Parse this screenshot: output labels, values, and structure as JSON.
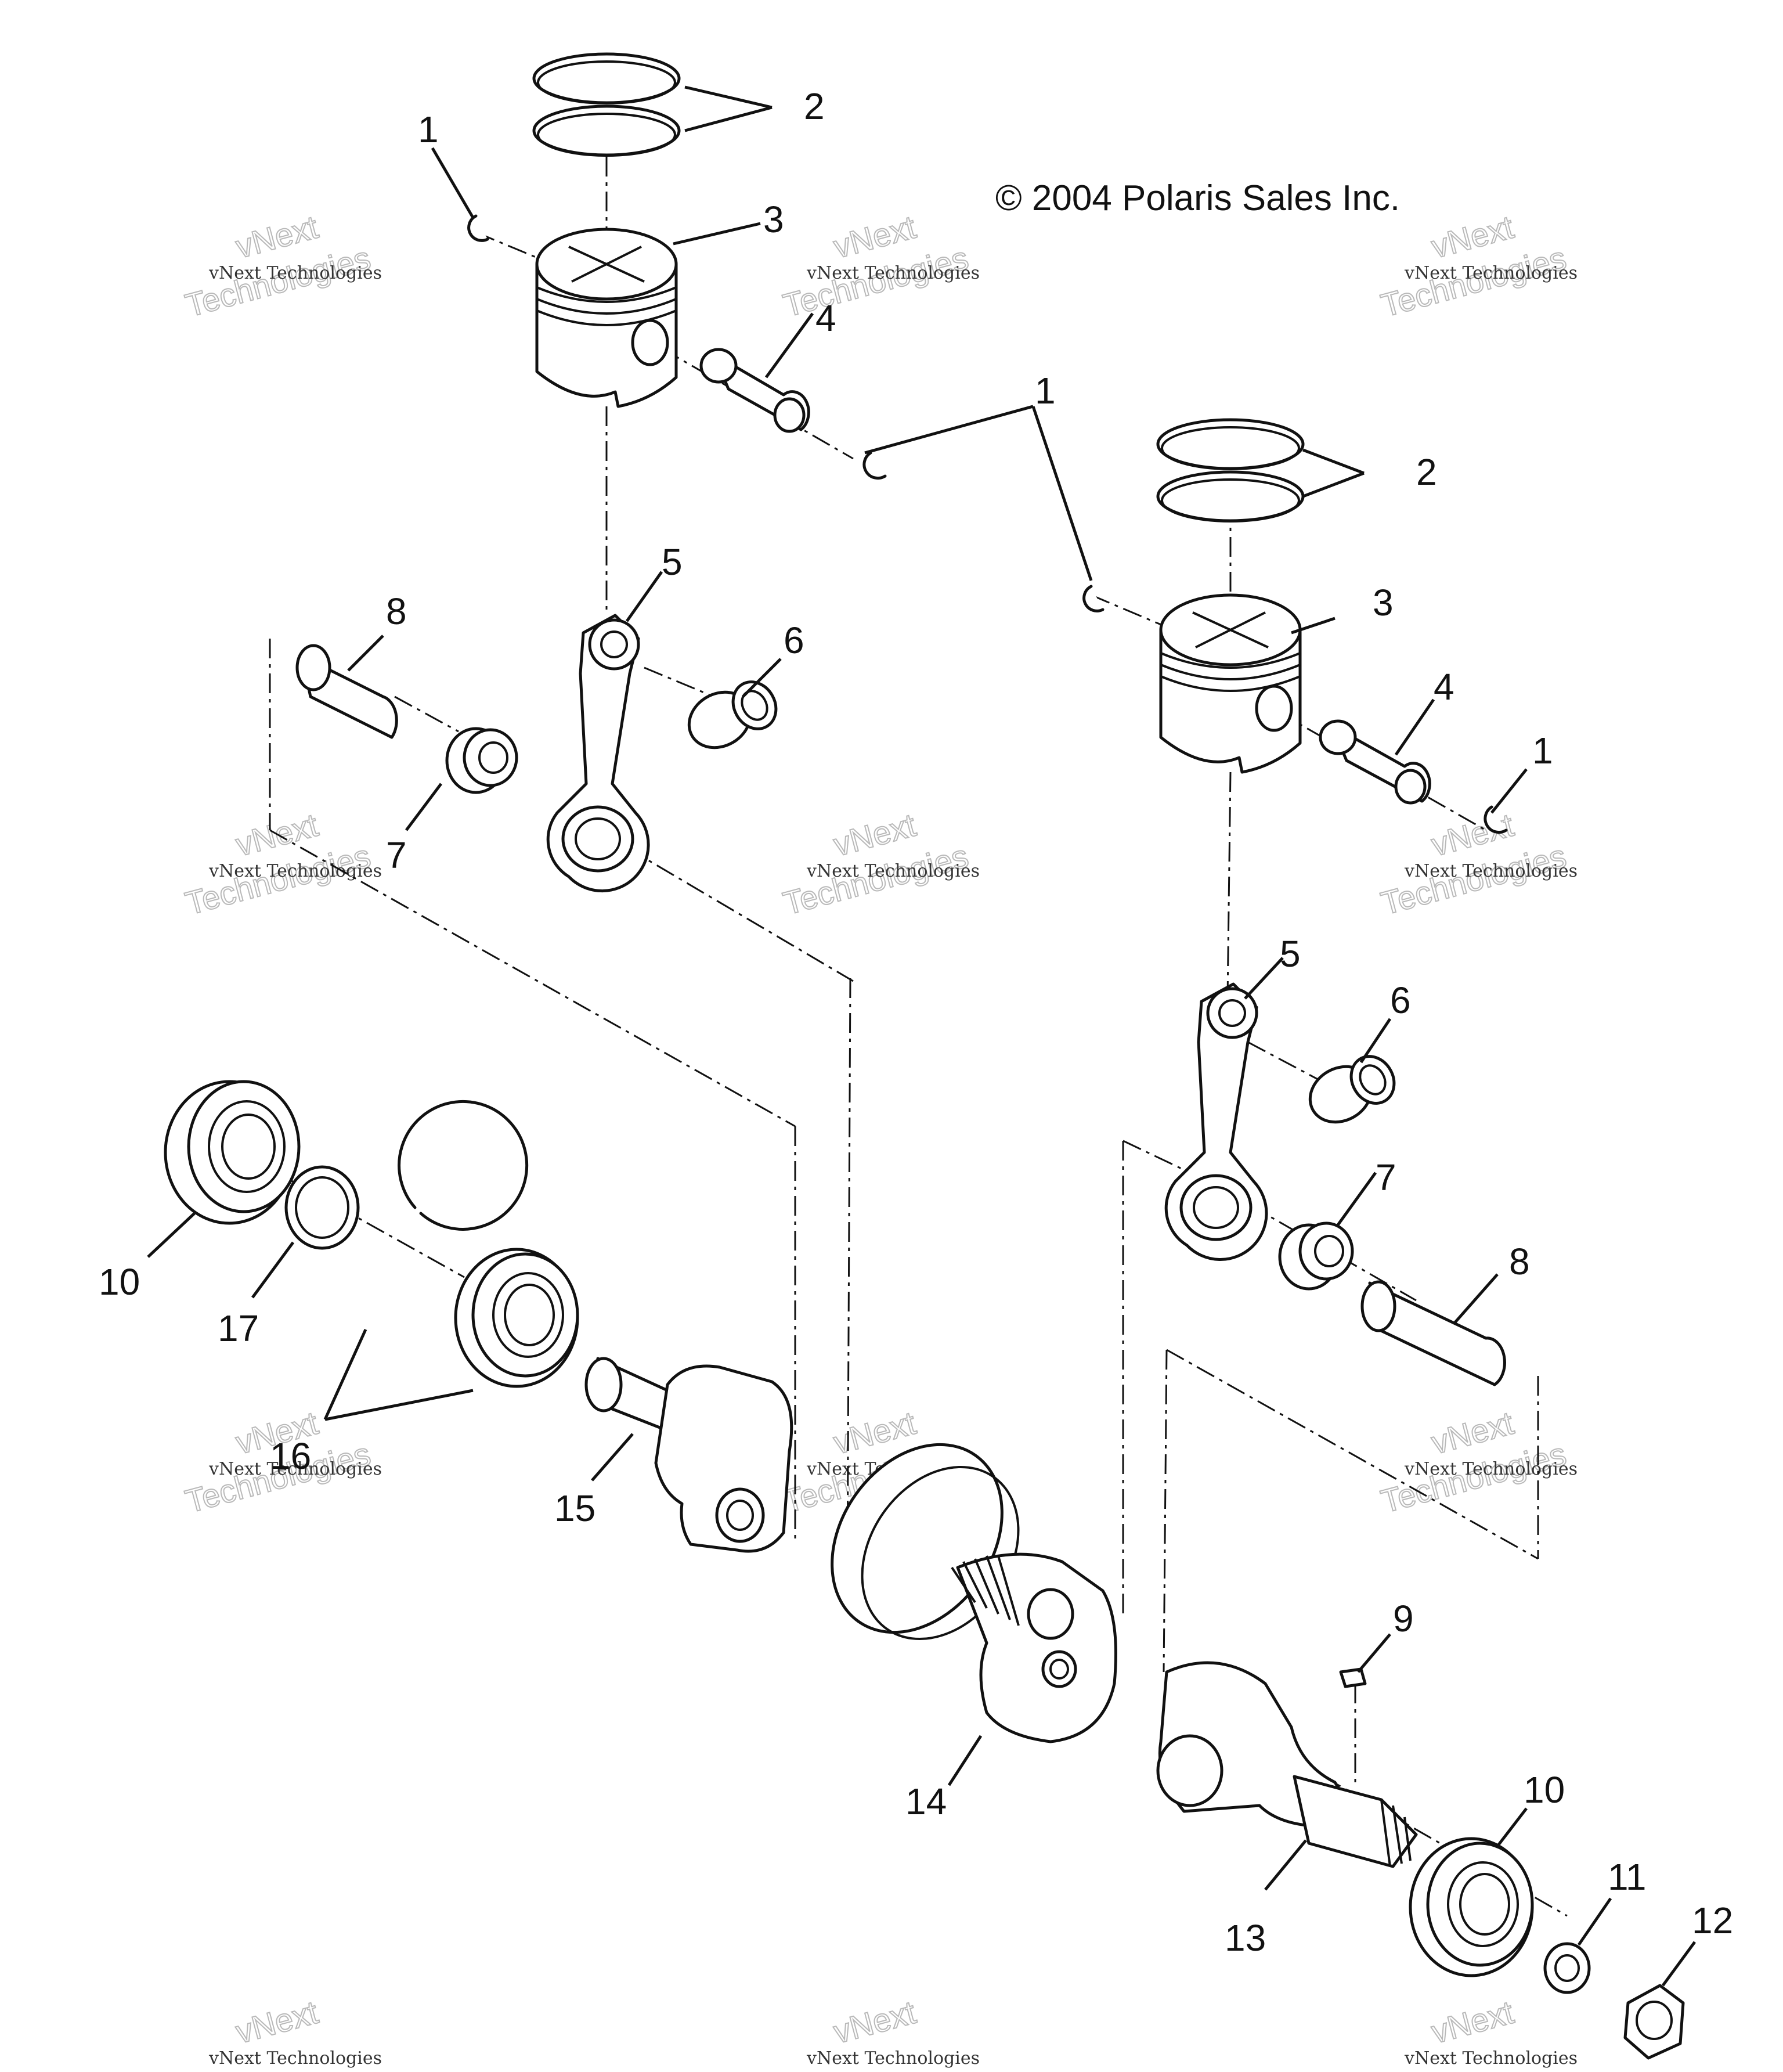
{
  "copyright": "© 2004 Polaris Sales Inc.",
  "watermark": {
    "line1": "vNext Technologies",
    "line2": "vNext",
    "line3": "Technologies"
  },
  "callouts": {
    "c1a": "1",
    "c2a": "2",
    "c3a": "3",
    "c4a": "4",
    "c1b": "1",
    "c5a": "5",
    "c6a": "6",
    "c7a": "7",
    "c8a": "8",
    "c2b": "2",
    "c3b": "3",
    "c4b": "4",
    "c1c": "1",
    "c5b": "5",
    "c6b": "6",
    "c7b": "7",
    "c8b": "8",
    "c10a": "10",
    "c17": "17",
    "c16": "16",
    "c15": "15",
    "c14": "14",
    "c9": "9",
    "c13": "13",
    "c10b": "10",
    "c11": "11",
    "c12": "12"
  }
}
